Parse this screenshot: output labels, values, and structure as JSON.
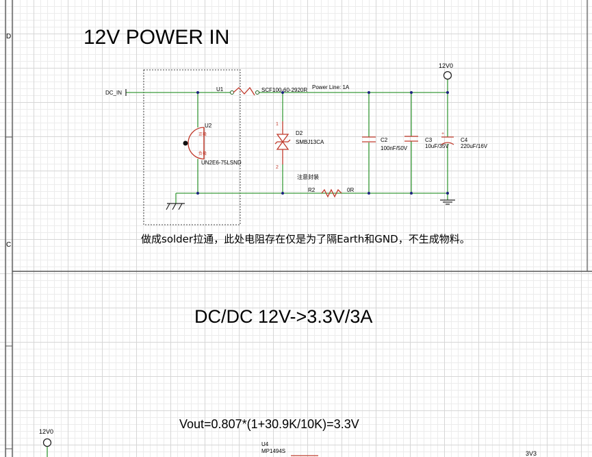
{
  "border": {
    "row_c": "C",
    "row_d": "D"
  },
  "power_in": {
    "title": "12V POWER IN",
    "net_dc_in": "DC_IN",
    "net_12v": "12V0",
    "power_line": "Power Line: 1A",
    "u1": {
      "ref": "U1",
      "value": "SCF100-60-2920R"
    },
    "u2": {
      "ref": "U2",
      "value": "UN2E6-75LSND"
    },
    "d2": {
      "ref": "D2",
      "value": "SMBJ13CA"
    },
    "c2": {
      "ref": "C2",
      "value": "100nF/50V"
    },
    "c3": {
      "ref": "C3",
      "value": "10uF/35V"
    },
    "c4": {
      "ref": "C4",
      "value": "220uF/16V"
    },
    "r2": {
      "ref": "R2",
      "value": "0R"
    },
    "note_pkg": "注意封装",
    "note": "做成solder拉通，此处电阻存在仅是为了隔Earth和GND，不生成物料。",
    "pin1": "1",
    "pin2": "2",
    "u2_pin_top": "正极",
    "u2_pin_bot": "负极"
  },
  "dcdc": {
    "title": "DC/DC 12V->3.3V/3A",
    "formula": "Vout=0.807*(1+30.9K/10K)=3.3V",
    "net_12v": "12V0",
    "net_3v3": "3V3",
    "u4": {
      "ref": "U4",
      "value": "MP1494S"
    }
  },
  "colors": {
    "wire": "#3a9a3a",
    "component": "#c0392b",
    "junction": "#1a237e"
  }
}
